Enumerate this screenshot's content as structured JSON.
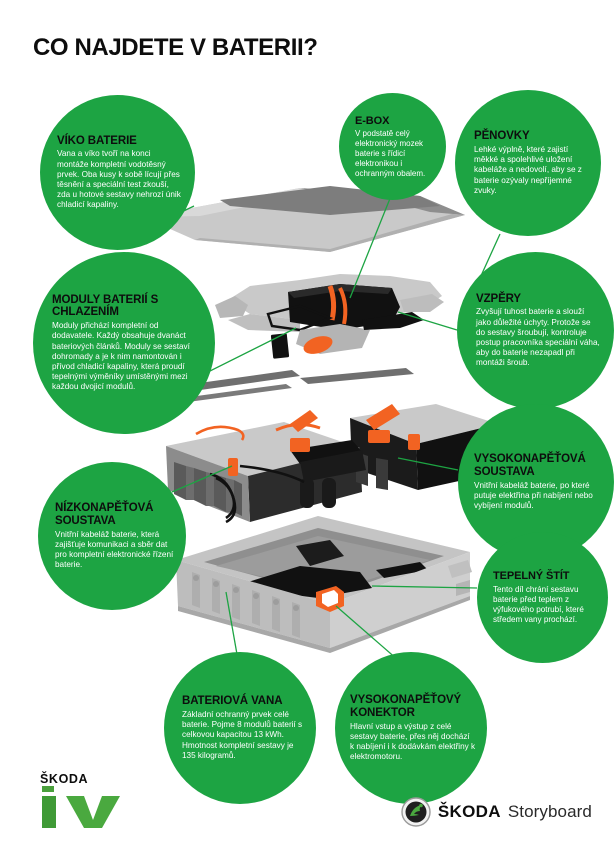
{
  "title": "CO NAJDETE V BATERII?",
  "colors": {
    "brand_green": "#1da443",
    "accent_orange": "#f26322",
    "black": "#0d0d0d",
    "light_gray": "#c8c8c8",
    "mid_gray": "#9a9a9a",
    "dark_gray": "#6a6a6a",
    "background": "#ffffff"
  },
  "callouts": [
    {
      "id": "viko-baterie",
      "heading": "VÍKO BATERIE",
      "body": "Vana a víko tvoří na konci montáže kompletní vodotěsný prvek. Oba kusy k sobě lícují přes těsnění a speciální test zkouší, zda u hotové sestavy nehrozí únik chladicí kapaliny."
    },
    {
      "id": "e-box",
      "heading": "E-BOX",
      "body": "V podstatě celý elektronický mozek baterie s řídicí elektronikou i ochranným obalem."
    },
    {
      "id": "penovky",
      "heading": "PĚNOVKY",
      "body": "Lehké výplně, které zajistí měkké a spolehlivé uložení kabeláže a nedovolí, aby se z baterie ozývaly nepříjemné zvuky."
    },
    {
      "id": "moduly-baterii",
      "heading": "MODULY BATERIÍ S CHLAZENÍM",
      "body": "Moduly přichází kompletní od dodavatele. Každý obsahuje dvanáct bateriových článků. Moduly se sestaví dohromady a je k nim namontován i přívod chladicí kapaliny, která proudí tepelnými výměníky umístěnými mezi každou dvojicí modulů."
    },
    {
      "id": "vzpery",
      "heading": "VZPĚRY",
      "body": "Zvyšují tuhost baterie a slouží jako důležité úchyty. Protože se do sestavy šroubují, kontroluje postup pracovníka speciální váha, aby do baterie nezapadl při montáži šroub."
    },
    {
      "id": "vysokonapetova-soustava",
      "heading": "VYSOKONAPĚŤOVÁ SOUSTAVA",
      "body": "Vnitřní kabeláž baterie, po které putuje elektřina při nabíjení nebo vybíjení modulů."
    },
    {
      "id": "nizkonapetova-soustava",
      "heading": "NÍZKONAPĚŤOVÁ SOUSTAVA",
      "body": "Vnitřní kabeláž baterie, která zajišťuje komunikaci a sběr dat pro kompletní elektronické řízení baterie."
    },
    {
      "id": "tepelny-stit",
      "heading": "TEPELNÝ ŠTÍT",
      "body": "Tento díl chrání sestavu baterie před teplem z výfukového potrubí, které středem vany prochází."
    },
    {
      "id": "bateriova-vana",
      "heading": "BATERIOVÁ VANA",
      "body": "Základní ochranný prvek celé baterie. Pojme 8 modulů baterií s celkovou kapacitou 13 kWh. Hmotnost kompletní sestavy je 135 kilogramů."
    },
    {
      "id": "vysokonapetovy-konektor",
      "heading": "VYSOKONAPĚŤOVÝ KONEKTOR",
      "body": "Hlavní vstup a výstup z celé sestavy baterie, přes něj dochází k nabíjení i k dodávkám elektřiny k elektromotoru."
    }
  ],
  "footer": {
    "skoda_iv": {
      "brand": "ŠKODA",
      "sub": "iV"
    },
    "storyboard": {
      "brand": "ŠKODA",
      "product": "Storyboard"
    }
  }
}
